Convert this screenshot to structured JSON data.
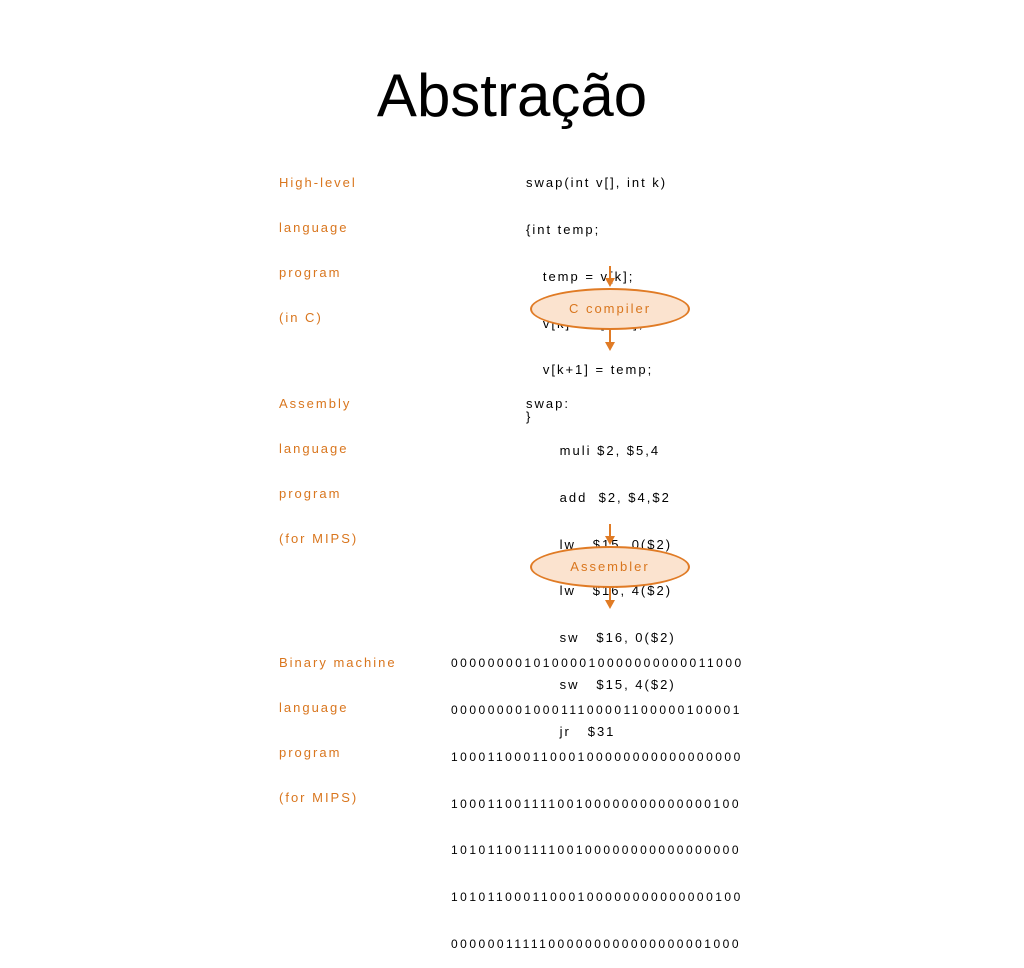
{
  "title": "Abstração",
  "high_level": {
    "label": [
      "High-level",
      "language",
      "program",
      "(in C)"
    ],
    "code": [
      "swap(int v[], int k)",
      "{int temp;",
      "   temp = v[k];",
      "   v[k] = v[k+1];",
      "   v[k+1] = temp;",
      "}"
    ]
  },
  "compiler": {
    "label": "C compiler"
  },
  "assembly": {
    "label": [
      "Assembly",
      "language",
      "program",
      "(for MIPS)"
    ],
    "code": [
      "swap:",
      "      muli $2, $5,4",
      "      add  $2, $4,$2",
      "      lw   $15, 0($2)",
      "      lw   $16, 4($2)",
      "      sw   $16, 0($2)",
      "      sw   $15, 4($2)",
      "      jr   $31"
    ]
  },
  "assembler": {
    "label": "Assembler"
  },
  "binary": {
    "label": [
      "Binary machine",
      "language",
      "program",
      "(for MIPS)"
    ],
    "code": [
      "00000000101000010000000000011000",
      "00000000100011100001100000100001",
      "10001100011000100000000000000000",
      "10001100111100100000000000000100",
      "10101100111100100000000000000000",
      "10101100011000100000000000000100",
      "00000011111000000000000000001000"
    ]
  },
  "colors": {
    "accent": "#d9761e",
    "ellipse_fill": "#fbe3cf",
    "text": "#000000"
  }
}
